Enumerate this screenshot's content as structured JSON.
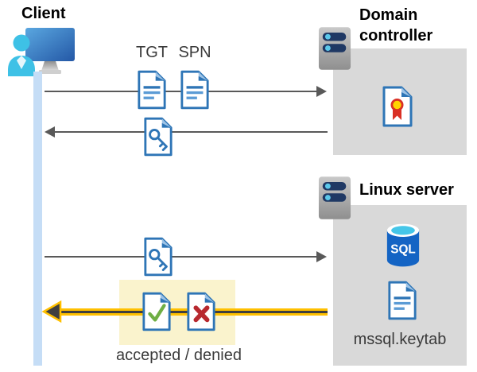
{
  "client": {
    "label": "Client"
  },
  "domain_controller": {
    "title": "Domain controller"
  },
  "linux_server": {
    "title": "Linux server",
    "sql_icon_label": "SQL",
    "keytab_label": "mssql.keytab"
  },
  "flow": {
    "tgt_label": "TGT",
    "spn_label": "SPN",
    "result_label": "accepted / denied"
  },
  "icons": {
    "client-computer-icon": "monitor-with-user",
    "server-icon": "server-tower-with-status-lights",
    "tgt-file-icon": "document-with-text-lines",
    "spn-file-icon": "document-with-text-lines",
    "key-file-icon": "document-with-key",
    "certificate-file-icon": "document-with-ribbon-seal",
    "sql-database-icon": "database-cylinder",
    "keytab-file-icon": "document-with-text-lines",
    "accepted-file-icon": "document-with-green-check",
    "denied-file-icon": "document-with-red-cross",
    "request-arrow-icon": "solid-right-arrow",
    "response-arrow-icon": "solid-left-arrow",
    "result-arrow-icon": "yellow-highlighted-left-arrow"
  },
  "colors": {
    "doc_border_blue": "#2e75b6",
    "doc_fold_light": "#9dc3e6",
    "doc_line_light": "#5b9bd5",
    "arrow_gray": "#595959",
    "accent_yellow": "#ffc000",
    "highlight_yellow": "#faf3cd",
    "box_gray": "#d9d9d9",
    "lifeline_blue": "#c5ddf6",
    "server_navy": "#1f3864",
    "status_cyan": "#5bc8ea",
    "person_cyan": "#3ec1e6",
    "sql_blue": "#1464c4",
    "sql_cyan": "#45c6e8",
    "check_green": "#6fae44",
    "cross_red": "#b8292f",
    "ribbon_red": "#d93025",
    "ribbon_gold": "#ffd400",
    "label_gray": "#3b3b3b"
  }
}
